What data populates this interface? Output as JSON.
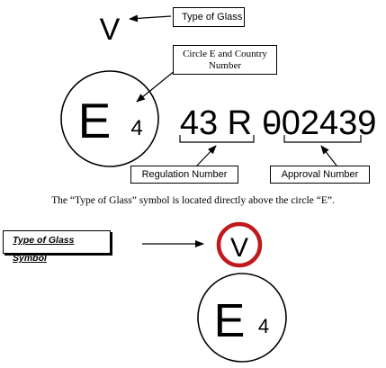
{
  "labels": {
    "type_of_glass": "Type of Glass",
    "circle_e_country": "Circle E and Country Number",
    "regulation_number": "Regulation Number",
    "approval_number": "Approval Number",
    "type_of_glass_symbol": "Type of Glass Symbol"
  },
  "marking": {
    "glass_type_letter": "V",
    "e_letter": "E",
    "country_number": "4",
    "regulation": "43 R",
    "separator": "-",
    "approval": "002439"
  },
  "caption": "The “Type of Glass” symbol is located directly above the circle “E”.",
  "colors": {
    "highlight_ring": "#c0191c",
    "ink": "#000000"
  }
}
